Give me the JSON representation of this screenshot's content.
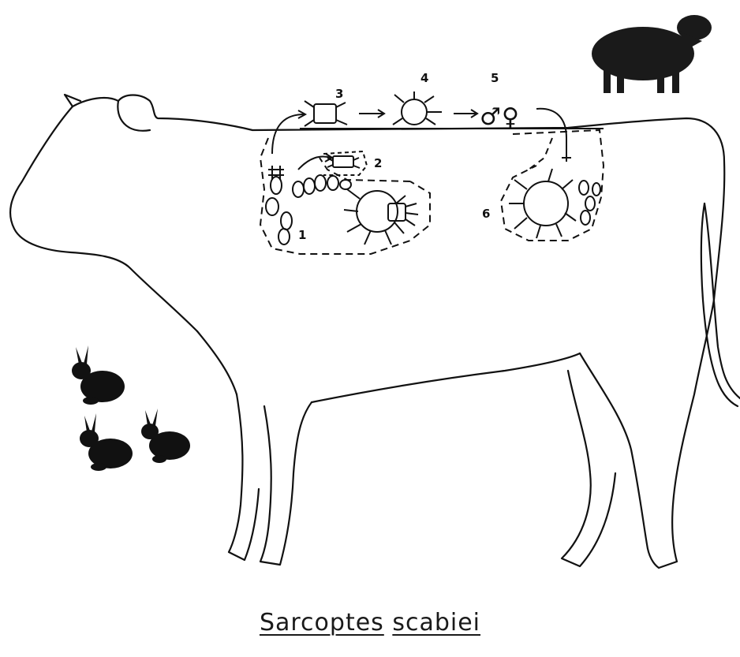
{
  "caption": {
    "genus": "Sarcoptes",
    "species": "scabiei"
  },
  "stage_labels": [
    "1",
    "2",
    "3",
    "4",
    "5",
    "6"
  ],
  "sex_symbols": {
    "male": "♂",
    "female": "♀"
  }
}
